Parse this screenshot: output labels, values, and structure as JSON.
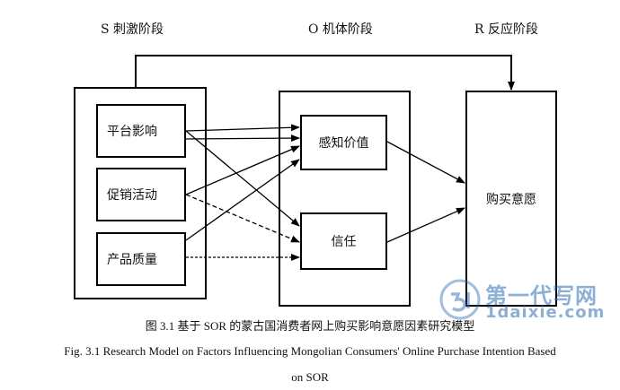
{
  "stages": {
    "s_label": "S 刺激阶段",
    "o_label": "O 机体阶段",
    "r_label": "R 反应阶段"
  },
  "stimulus_nodes": [
    "平台影响",
    "促销活动",
    "产品质量"
  ],
  "organism_nodes": [
    "感知价值",
    "信任"
  ],
  "response_node": "购买意愿",
  "captions": {
    "chinese": "图 3.1  基于 SOR 的蒙古国消费者网上购买影响意愿因素研究模型",
    "english_line1": "Fig. 3.1 Research Model on Factors Influencing Mongolian Consumers' Online Purchase Intention Based",
    "english_line2": "on SOR"
  },
  "watermark": {
    "brand": "第一代写网",
    "domain": "1daixie.com"
  },
  "relationships": [
    {
      "from": "平台影响",
      "to": "感知价值",
      "style": "solid"
    },
    {
      "from": "平台影响",
      "to": "信任",
      "style": "solid"
    },
    {
      "from": "促销活动",
      "to": "感知价值",
      "style": "solid"
    },
    {
      "from": "促销活动",
      "to": "信任",
      "style": "dashed"
    },
    {
      "from": "产品质量",
      "to": "感知价值",
      "style": "solid"
    },
    {
      "from": "产品质量",
      "to": "信任",
      "style": "dashed"
    },
    {
      "from": "感知价值",
      "to": "购买意愿",
      "style": "solid"
    },
    {
      "from": "信任",
      "to": "购买意愿",
      "style": "solid"
    },
    {
      "from": "S 刺激阶段",
      "to": "R 反应阶段",
      "style": "solid"
    }
  ]
}
